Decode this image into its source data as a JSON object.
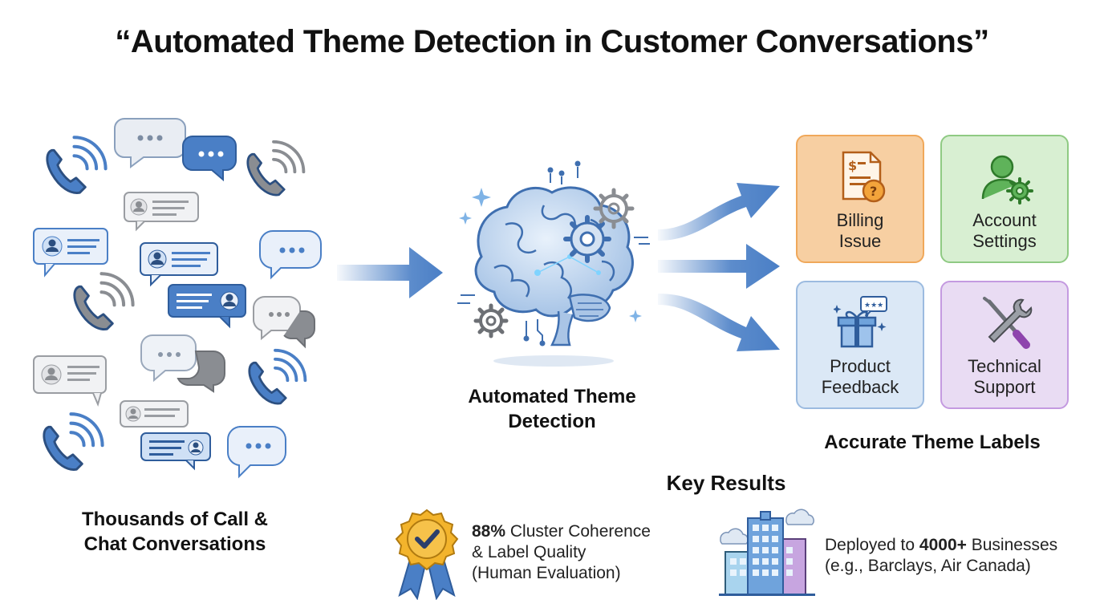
{
  "title": "“Automated Theme Detection in Customer Conversations”",
  "input": {
    "caption_line1": "Thousands of Call &",
    "caption_line2": "Chat Conversations"
  },
  "engine": {
    "caption_line1": "Automated Theme",
    "caption_line2": "Detection"
  },
  "outputs": {
    "caption": "Accurate Theme Labels",
    "themes": [
      {
        "line1": "Billing",
        "line2": "Issue",
        "color": "#f7cfa2",
        "border": "#f0a85a",
        "icon": "invoice-question-icon"
      },
      {
        "line1": "Account",
        "line2": "Settings",
        "color": "#d8efd2",
        "border": "#8fca83",
        "icon": "user-gear-icon"
      },
      {
        "line1": "Product",
        "line2": "Feedback",
        "color": "#dbe8f6",
        "border": "#9cbbe0",
        "icon": "gift-rating-icon"
      },
      {
        "line1": "Technical",
        "line2": "Support",
        "color": "#e9dcf3",
        "border": "#c49ae0",
        "icon": "wrench-screwdriver-icon"
      }
    ]
  },
  "results": {
    "heading": "Key Results",
    "coherence": {
      "value": "88%",
      "line1_rest": " Cluster Coherence",
      "line2": "& Label Quality",
      "line3": "(Human Evaluation)"
    },
    "deployment": {
      "prefix": "Deployed to ",
      "value": "4000+",
      "suffix": " Businesses",
      "line2": "(e.g., Barclays, Air Canada)"
    }
  },
  "colors": {
    "accent_blue": "#4a7fc6",
    "bubble_gray": "#8a8d92",
    "badge_gold": "#f3b42c"
  }
}
